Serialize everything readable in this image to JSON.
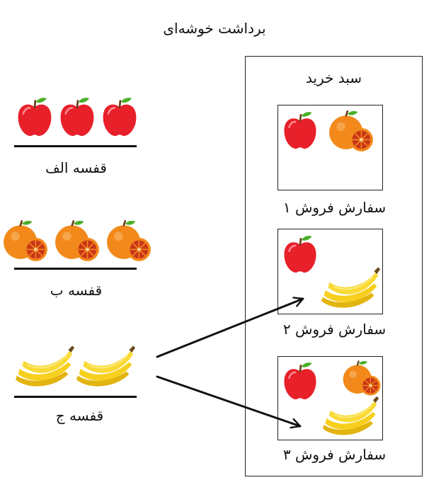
{
  "title": "برداشت خوشه‌ای",
  "shelves": [
    {
      "label": "قفسه  الف",
      "fruit": "apple"
    },
    {
      "label": "قفسه  ب",
      "fruit": "orange"
    },
    {
      "label": "قفسه  ج",
      "fruit": "banana"
    }
  ],
  "cart": {
    "title": "سبد خرید",
    "orders": [
      {
        "label": "سفارش فروش ۱",
        "items": [
          "apple",
          "orange"
        ]
      },
      {
        "label": "سفارش فروش ۲",
        "items": [
          "apple",
          "banana"
        ]
      },
      {
        "label": "سفارش فروش ۳",
        "items": [
          "apple",
          "orange",
          "banana"
        ]
      }
    ]
  },
  "arrows": [
    {
      "from": "قفسه  ج",
      "to": "سفارش فروش ۲"
    },
    {
      "from": "قفسه  ج",
      "to": "سفارش فروش ۳"
    }
  ],
  "colors": {
    "apple": "#e8202a",
    "orange": "#f2891a",
    "banana": "#f7cf1d",
    "line": "#111111"
  }
}
